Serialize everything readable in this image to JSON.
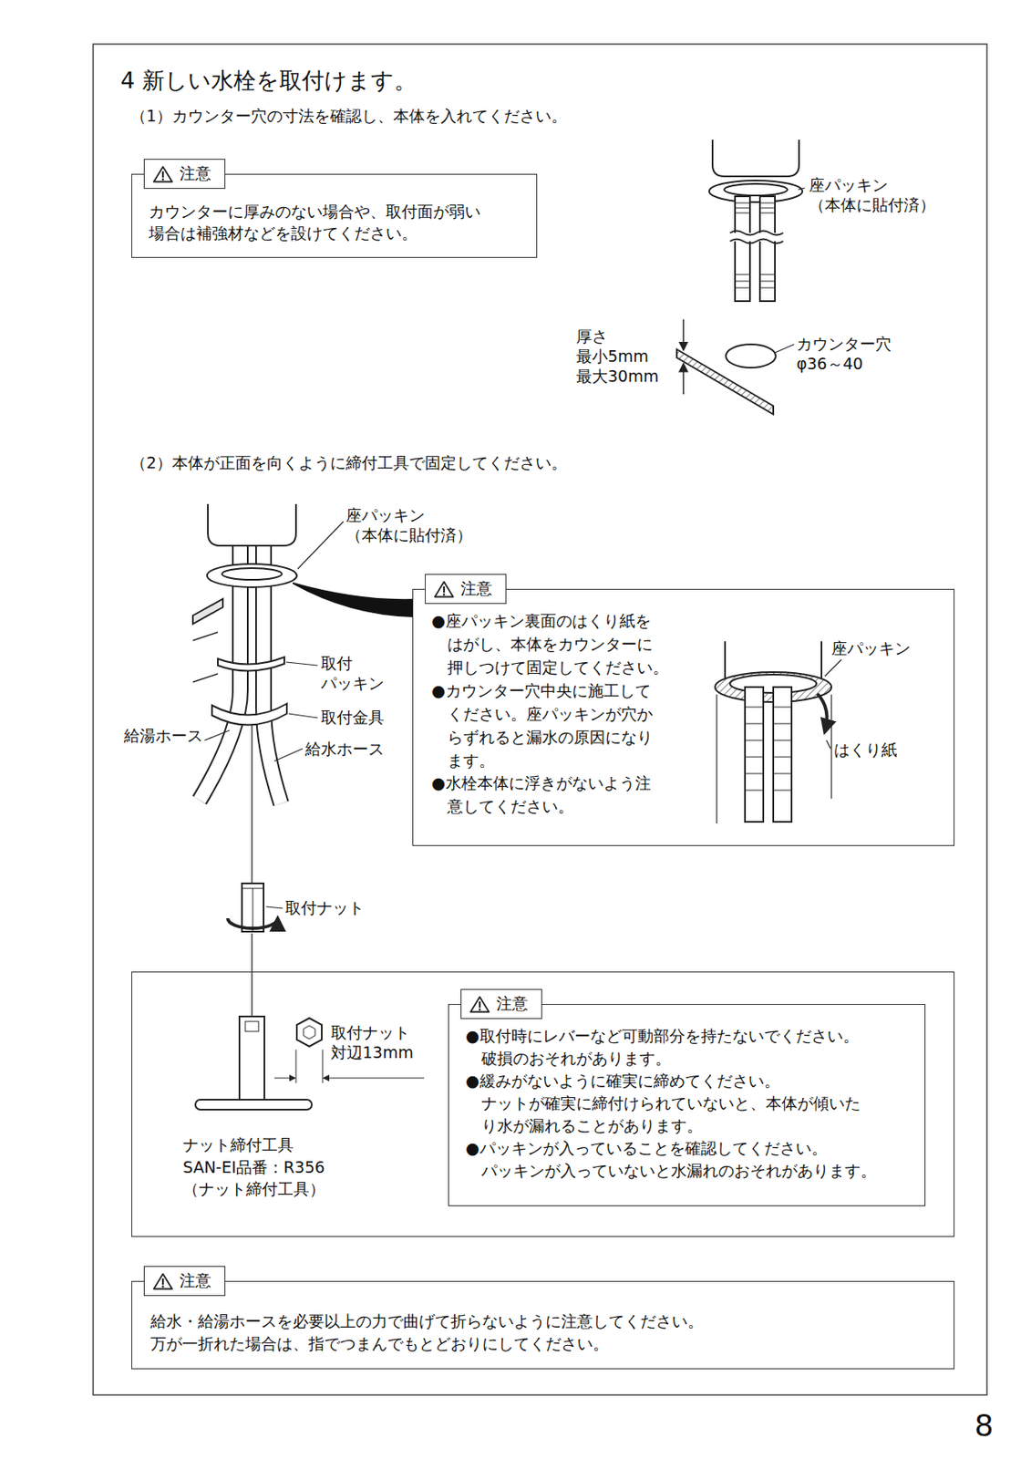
{
  "diagram": {
    "title": "4 新しい水栓を取付けます。",
    "nodes": [
      {
        "text": [
          "注意",
          "カウンターに厚みのない場合や、取付面が弱い 場合は補強材などを設けてください。"
        ]
      },
      {
        "text": [
          "注意",
          "●座パッキン裏面のはくり紙を はがし、本体をカウンターに 押しつけて固定してください。",
          "●カウンター穴中央に施工して ください。座パッキンが穴か らずれると漏水の原因になり ます。",
          "●水栓本体に浮きがないよう注 意してください。"
        ]
      },
      {
        "text": [
          "ナット締付工具 SAN-EI品番：R356 （ナット締付工具）"
        ]
      },
      {
        "text": [
          "注意",
          "●取付時にレバーなど可動部分を持たないでください。 破損のおそれがあります。",
          "●緩みがないように確実に締めてください。 ナットが確実に締付けられていないと、本体が傾いた り水が漏れることがあります。",
          "●パッキンが入っていることを確認してください。 パッキンが入っていないと水漏れのおそれがあります。"
        ],
        "in": 2
      },
      {
        "text": [
          "注意",
          "給水・給湯ホースを必要以上の力で曲げて折らないように注意してください。 万が一折れた場合は、指でつまんでもとどおりにしてください。"
        ]
      }
    ],
    "labels": [
      "（1）カウンター穴の寸法を確認し、本体を入れてください。",
      "座パッキン （本体に貼付済）",
      "厚さ 最小5mm 最大30mm",
      "カウンター穴 φ36～40",
      "（2）本体が正面を向くように締付工具で固定してください。",
      "座パッキン （本体に貼付済）",
      "取付 パッキン",
      "取付金具",
      "給湯ホース",
      "給水ホース",
      "座パッキン",
      "はくり紙",
      "取付ナット",
      "取付ナット 対辺13mm",
      "8"
    ]
  }
}
